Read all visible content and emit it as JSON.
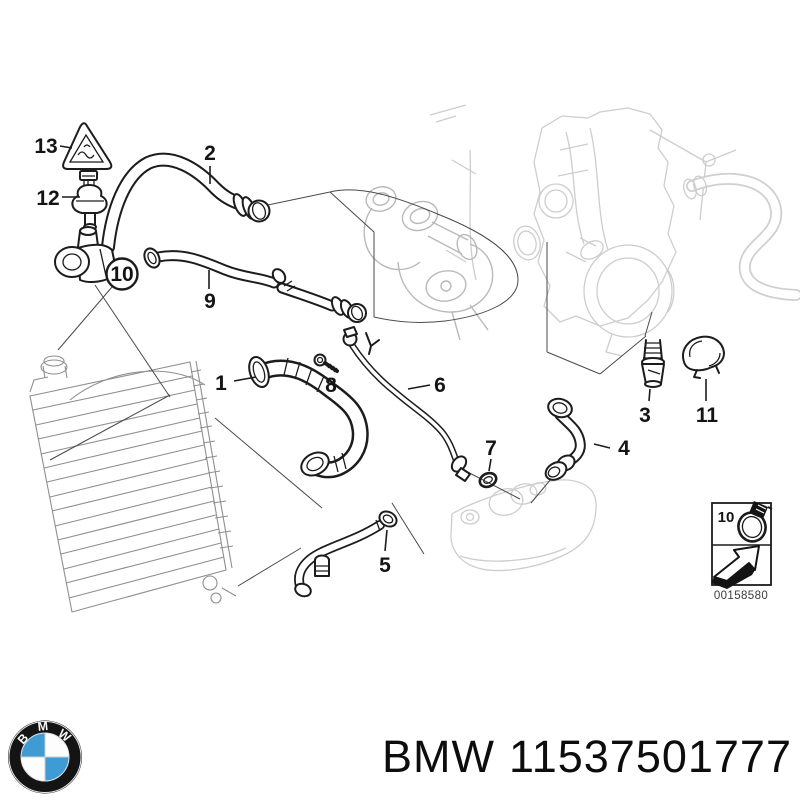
{
  "diagram": {
    "callouts": {
      "p1": "1",
      "p2": "2",
      "p3": "3",
      "p4": "4",
      "p5": "5",
      "p6": "6",
      "p7": "7",
      "p8": "8",
      "p9": "9",
      "p10": "10",
      "p11": "11",
      "p12": "12",
      "p13": "13"
    },
    "legend": {
      "number": "10",
      "image_code": "00158580"
    }
  },
  "footer": {
    "logo_letters": [
      "B",
      "M",
      "W"
    ],
    "brand": "BMW",
    "part_number": "11537501777"
  },
  "colors": {
    "roundel_blue": "#3e9bd3",
    "roundel_black": "#141414"
  }
}
